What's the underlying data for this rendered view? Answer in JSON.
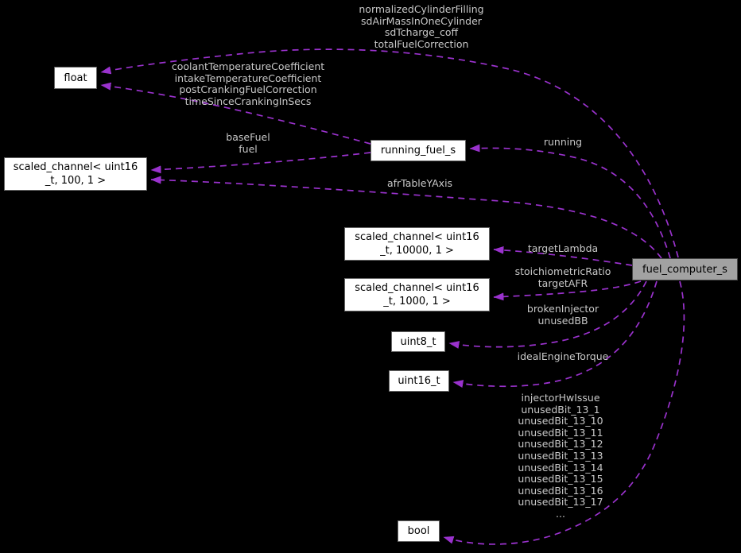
{
  "diagram": {
    "title": "fuel_computer_s collaboration graph",
    "type": "collaboration-diagram",
    "colors": {
      "background": "#000000",
      "edge": "#9a32cd",
      "edge_label_text": "#c8c8c8",
      "node_fill": "#ffffff",
      "node_border": "#666666",
      "current_node_fill": "#a2a2a2",
      "node_text": "#000000"
    },
    "nodes": {
      "float": {
        "label": "float"
      },
      "scaled_channel_100": {
        "label": "scaled_channel< uint16\n_t, 100, 1 >"
      },
      "running_fuel_s": {
        "label": "running_fuel_s"
      },
      "scaled_channel_10000": {
        "label": "scaled_channel< uint16\n_t, 10000, 1 >"
      },
      "scaled_channel_1000": {
        "label": "scaled_channel< uint16\n_t, 1000, 1 >"
      },
      "uint8_t": {
        "label": "uint8_t"
      },
      "uint16_t": {
        "label": "uint16_t"
      },
      "bool": {
        "label": "bool"
      },
      "fuel_computer_s": {
        "label": "fuel_computer_s"
      }
    },
    "edge_labels": {
      "fuel_computer_to_float": "normalizedCylinderFilling\nsdAirMassInOneCylinder\nsdTcharge_coff\ntotalFuelCorrection",
      "running_to_float": "coolantTemperatureCoefficient\nintakeTemperatureCoefficient\npostCrankingFuelCorrection\ntimeSinceCrankingInSecs",
      "running_to_scaled100": "baseFuel\nfuel",
      "fuel_computer_to_running": "running",
      "fuel_computer_to_scaled100": "afrTableYAxis",
      "fuel_computer_to_scaled10000": "targetLambda",
      "fuel_computer_to_scaled1000": "stoichiometricRatio\ntargetAFR",
      "fuel_computer_to_uint8": "brokenInjector\nunusedBB",
      "fuel_computer_to_uint16": "idealEngineTorque",
      "fuel_computer_to_bool": "injectorHwIssue\nunusedBit_13_1\nunusedBit_13_10\nunusedBit_13_11\nunusedBit_13_12\nunusedBit_13_13\nunusedBit_13_14\nunusedBit_13_15\nunusedBit_13_16\nunusedBit_13_17\n..."
    }
  }
}
